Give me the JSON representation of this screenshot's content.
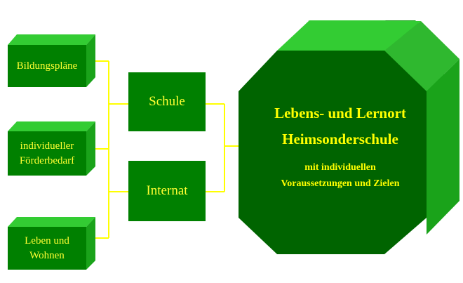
{
  "colors": {
    "face": "#008000",
    "face_dark": "#006400",
    "side": "#1aa31a",
    "top": "#33cc33",
    "connector": "#ffff00",
    "text": "#ffff33"
  },
  "sources": [
    {
      "id": "bildung",
      "lines": [
        "Bildungspläne",
        ""
      ]
    },
    {
      "id": "foerder",
      "lines": [
        "individueller",
        "Förderbedarf"
      ]
    },
    {
      "id": "leben",
      "lines": [
        "Leben und",
        "Wohnen"
      ]
    }
  ],
  "middle": [
    {
      "id": "schule",
      "label": "Schule"
    },
    {
      "id": "internat",
      "label": "Internat"
    }
  ],
  "center": {
    "title_line1": "Lebens- und Lernort",
    "title_line2": "Heimsonderschule",
    "sub_line1": "mit individuellen",
    "sub_line2": "Voraussetzungen und Zielen"
  }
}
